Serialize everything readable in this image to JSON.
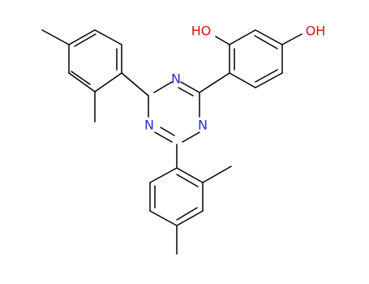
{
  "diagram": {
    "type": "chemical-structure",
    "colors": {
      "bond": "#000000",
      "nitrogen": "#2b2bd0",
      "oxygen": "#e01010"
    },
    "atom_labels": {
      "n_top": "N",
      "n_left": "N",
      "n_right": "N",
      "oh_left": "HO",
      "oh_right": "OH"
    }
  }
}
